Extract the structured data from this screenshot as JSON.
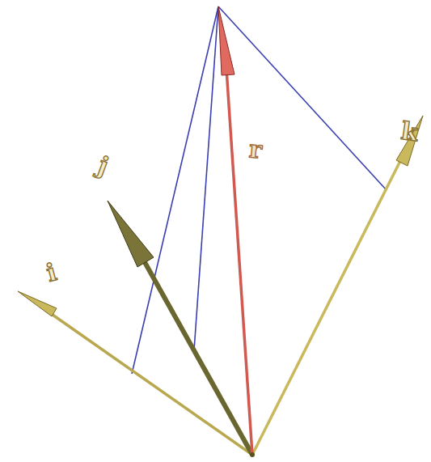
{
  "diagram": {
    "labels": [
      "i",
      "j",
      "k",
      "r"
    ]
  }
}
